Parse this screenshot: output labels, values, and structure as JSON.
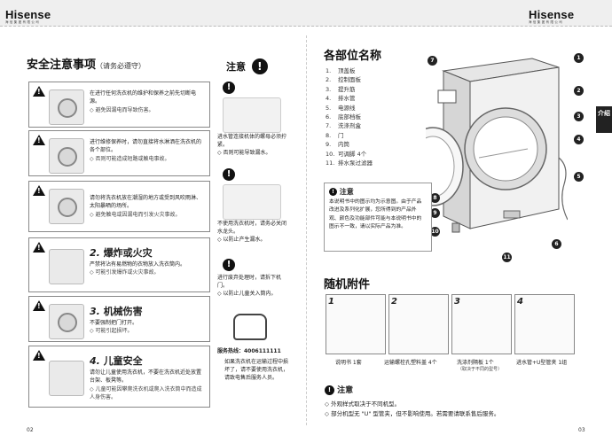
{
  "header": {
    "brand": "Hisense",
    "brand_sub": "海信集团有限公司"
  },
  "left": {
    "title": "安全注意事项",
    "subtitle": "（请务必遵守）",
    "attention_label": "注意",
    "cards": [
      {
        "text": "在进行任何洗衣机的维护和保养之前先切断电源。",
        "note": "◇ 避免因漏电而导致伤害。"
      },
      {
        "text": "进行维修保养时，请勿直接将水淋洒在洗衣机的各个部位。",
        "note": "◇ 否则可能造成短路或触电事故。"
      },
      {
        "text": "请勿将洗衣机放在潮湿的地方或受到风吹雨淋、太阳暴晒的场所。",
        "note": "◇ 避免触电或因漏电而引发火灾事故。"
      },
      {
        "num": "2.",
        "hazard": "爆炸或火灾",
        "text": "严禁将沾有易燃物的衣物放入洗衣筒内。",
        "note": "◇ 可能引发爆炸或火灾事故。"
      },
      {
        "num": "3.",
        "hazard": "机械伤害",
        "text": "不要强制把门打开。",
        "note": "◇ 可能引起损坏。"
      },
      {
        "num": "4.",
        "hazard": "儿童安全",
        "text": "请勿让儿童使用洗衣机，不要在洗衣机近处放置台架、板凳等。",
        "note": "◇ 儿童可能因攀爬洗衣机或爬入洗衣筒中而造成人身伤害。"
      }
    ],
    "tips": [
      {
        "text": "进水管连接机体的螺母必须拧紧。",
        "note": "◇ 否则可能导致漏水。"
      },
      {
        "text": "不使用洗衣机时，请务必关闭水龙头。",
        "note": "◇ 以防止产生漏水。"
      },
      {
        "text": "进行废弃处理时，请拆下机门。",
        "note": "◇ 以防止儿童关入筒内。"
      }
    ],
    "hotline": "服务热线：4006111111",
    "hotline_note": "如果洗衣机在运输过程中损坏了，请不要使用洗衣机，请致电售后服务人员。",
    "page": "02"
  },
  "right": {
    "parts_title": "各部位名称",
    "parts": [
      {
        "num": "1.",
        "name": "顶盖板"
      },
      {
        "num": "2.",
        "name": "控制面板"
      },
      {
        "num": "3.",
        "name": "提升筋"
      },
      {
        "num": "4.",
        "name": "排水管"
      },
      {
        "num": "5.",
        "name": "电源线"
      },
      {
        "num": "6.",
        "name": "底部档板"
      },
      {
        "num": "7.",
        "name": "洗涤剂盒"
      },
      {
        "num": "8.",
        "name": "门"
      },
      {
        "num": "9.",
        "name": "内筒"
      },
      {
        "num": "10.",
        "name": "可调脚  4个"
      },
      {
        "num": "11.",
        "name": "排水泵过滤器"
      }
    ],
    "notice_title": "注意",
    "notice_text": "本说明书中的图示均为示意图。由于产品改进及系列化扩展，您所得到的产品外观、颜色及功能部件可能与本说明书中的图示不一致，请以实际产品为准。",
    "side_tab": "介绍",
    "accessories_title": "随机附件",
    "accessories": [
      {
        "n": "1",
        "label": "说明书  1套",
        "small": ""
      },
      {
        "n": "2",
        "label": "运输螺栓孔塑料盖  4个",
        "small": ""
      },
      {
        "n": "3",
        "label": "洗涤剂隔板  1个",
        "small": "（取决于不同的型号）"
      },
      {
        "n": "4",
        "label": "进水管+U型管夹  1组",
        "small": ""
      }
    ],
    "bottom_note_title": "注意",
    "bottom_notes": [
      "◇  外观样式取决于不同机型。",
      "◇  部分机型无 \"U\" 型管夹，但不影响使用。若需要请联系售后服务。"
    ],
    "page": "03"
  },
  "icons": [
    "warning-triangle-icon",
    "prohibition-icon",
    "phone-icon"
  ]
}
